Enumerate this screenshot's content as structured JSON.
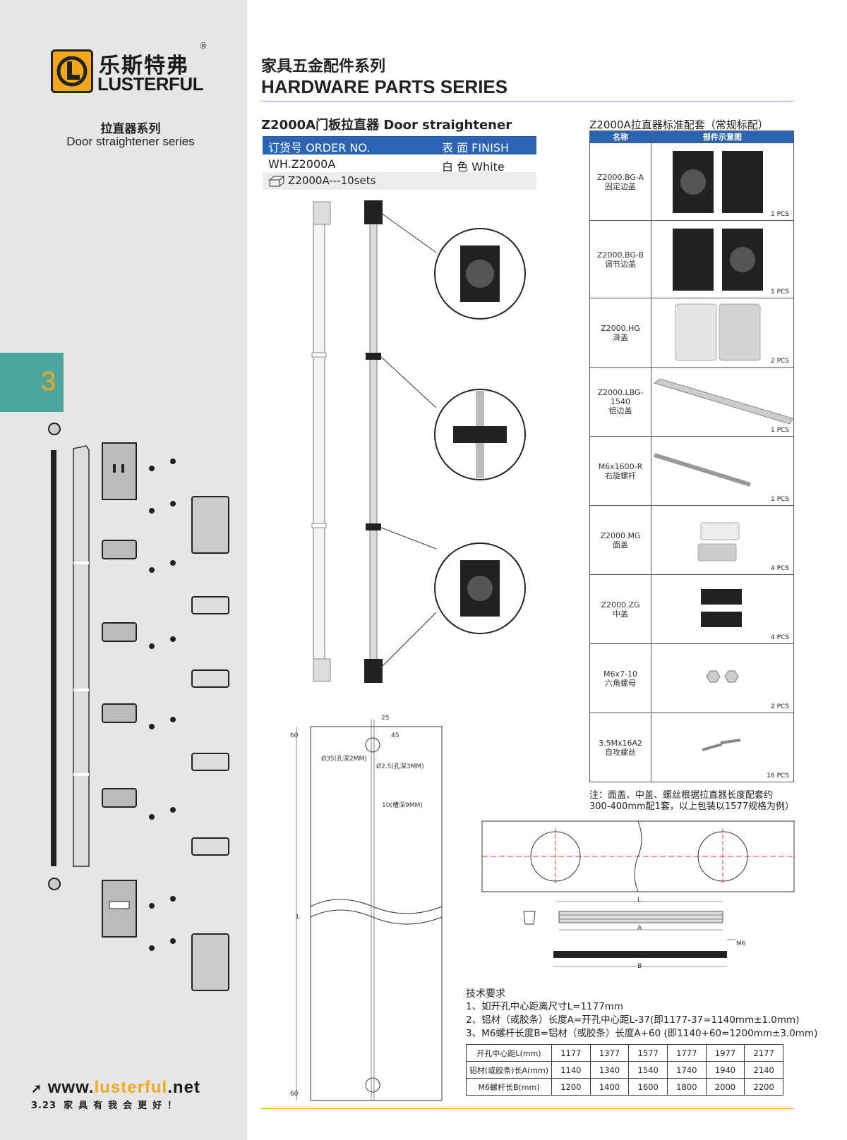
{
  "brand": {
    "name_cn": "乐斯特弗",
    "name_en": "LUSTERFUL",
    "registered": "®",
    "website_prefix": "www.",
    "website_highlight": "lusterful",
    "website_suffix": ".net"
  },
  "sidebar": {
    "series_cn": "拉直器系列",
    "series_en": "Door straightener series",
    "chapter": "3",
    "page_number": "3.23",
    "slogan": "家具有我会更好！"
  },
  "header": {
    "title_cn": "家具五金配件系列",
    "title_en": "HARDWARE PARTS SERIES"
  },
  "product": {
    "title": "Z2000A门板拉直器 Door straightener",
    "order_label": "订货号 ORDER NO.",
    "finish_label": "表 面 FINISH",
    "order_no": "WH.Z2000A",
    "finish": "白 色 White",
    "package": "Z2000A---10sets"
  },
  "standard_set": {
    "title": "Z2000A拉直器标准配套（常规标配）",
    "col_name": "名称",
    "col_image": "部件示意图",
    "items": [
      {
        "code": "Z2000.BG-A",
        "name": "固定边盖",
        "qty": "1 PCS"
      },
      {
        "code": "Z2000.BG-B",
        "name": "调节边盖",
        "qty": "1 PCS"
      },
      {
        "code": "Z2000.HG",
        "name": "滑盖",
        "qty": "2 PCS"
      },
      {
        "code": "Z2000.LBG-1540",
        "name": "铝边盖",
        "qty": "1 PCS"
      },
      {
        "code": "M6x1600-R",
        "name": "右旋螺杆",
        "qty": "1 PCS"
      },
      {
        "code": "Z2000.MG",
        "name": "面盖",
        "qty": "4 PCS"
      },
      {
        "code": "Z2000.ZG",
        "name": "中盖",
        "qty": "4 PCS"
      },
      {
        "code": "M6x7-10",
        "name": "六角螺母",
        "qty": "2 PCS"
      },
      {
        "code": "3.5Mx16A2",
        "name": "自攻螺丝",
        "qty": "16 PCS"
      }
    ]
  },
  "note": {
    "line1": "注：面盖、中盖、螺丝根据拉直器长度配套约",
    "line2": "300-400mm配1套，以上包装以1577规格为例）"
  },
  "drawing_labels": {
    "d25": "25",
    "d45": "45",
    "d60_top": "60",
    "d60_bottom": "60",
    "hole35": "Ø35(孔深2MM)",
    "hole25": "Ø2.5(孔深3MM)",
    "slot10": "10(槽深9MM)",
    "L": "L",
    "A": "A",
    "B": "B",
    "M6": "M6"
  },
  "tech": {
    "title": "技术要求",
    "line1": "1、如开孔中心距离尺寸L=1177mm",
    "line2": "2、铝材（或胶条）长度A=开孔中心距L-37(即1177-37=1140mm±1.0mm)",
    "line3": "3、M6螺杆长度B=铝材（或胶条）长度A+60 (即1140+60=1200mm±3.0mm)"
  },
  "spec_table": {
    "rows": [
      {
        "label": "开孔中心距L(mm)",
        "values": [
          "1177",
          "1377",
          "1577",
          "1777",
          "1977",
          "2177"
        ]
      },
      {
        "label": "铝材(或胶条)长A(mm)",
        "values": [
          "1140",
          "1340",
          "1540",
          "1740",
          "1940",
          "2140"
        ]
      },
      {
        "label": "M6螺杆长B(mm)",
        "values": [
          "1200",
          "1400",
          "1600",
          "1800",
          "2000",
          "2200"
        ]
      }
    ]
  },
  "colors": {
    "accent": "#f2a81d",
    "header_blue": "#2a64b3",
    "chapter_teal": "#4da69b",
    "sidebar_gray": "#e6e6e6"
  }
}
